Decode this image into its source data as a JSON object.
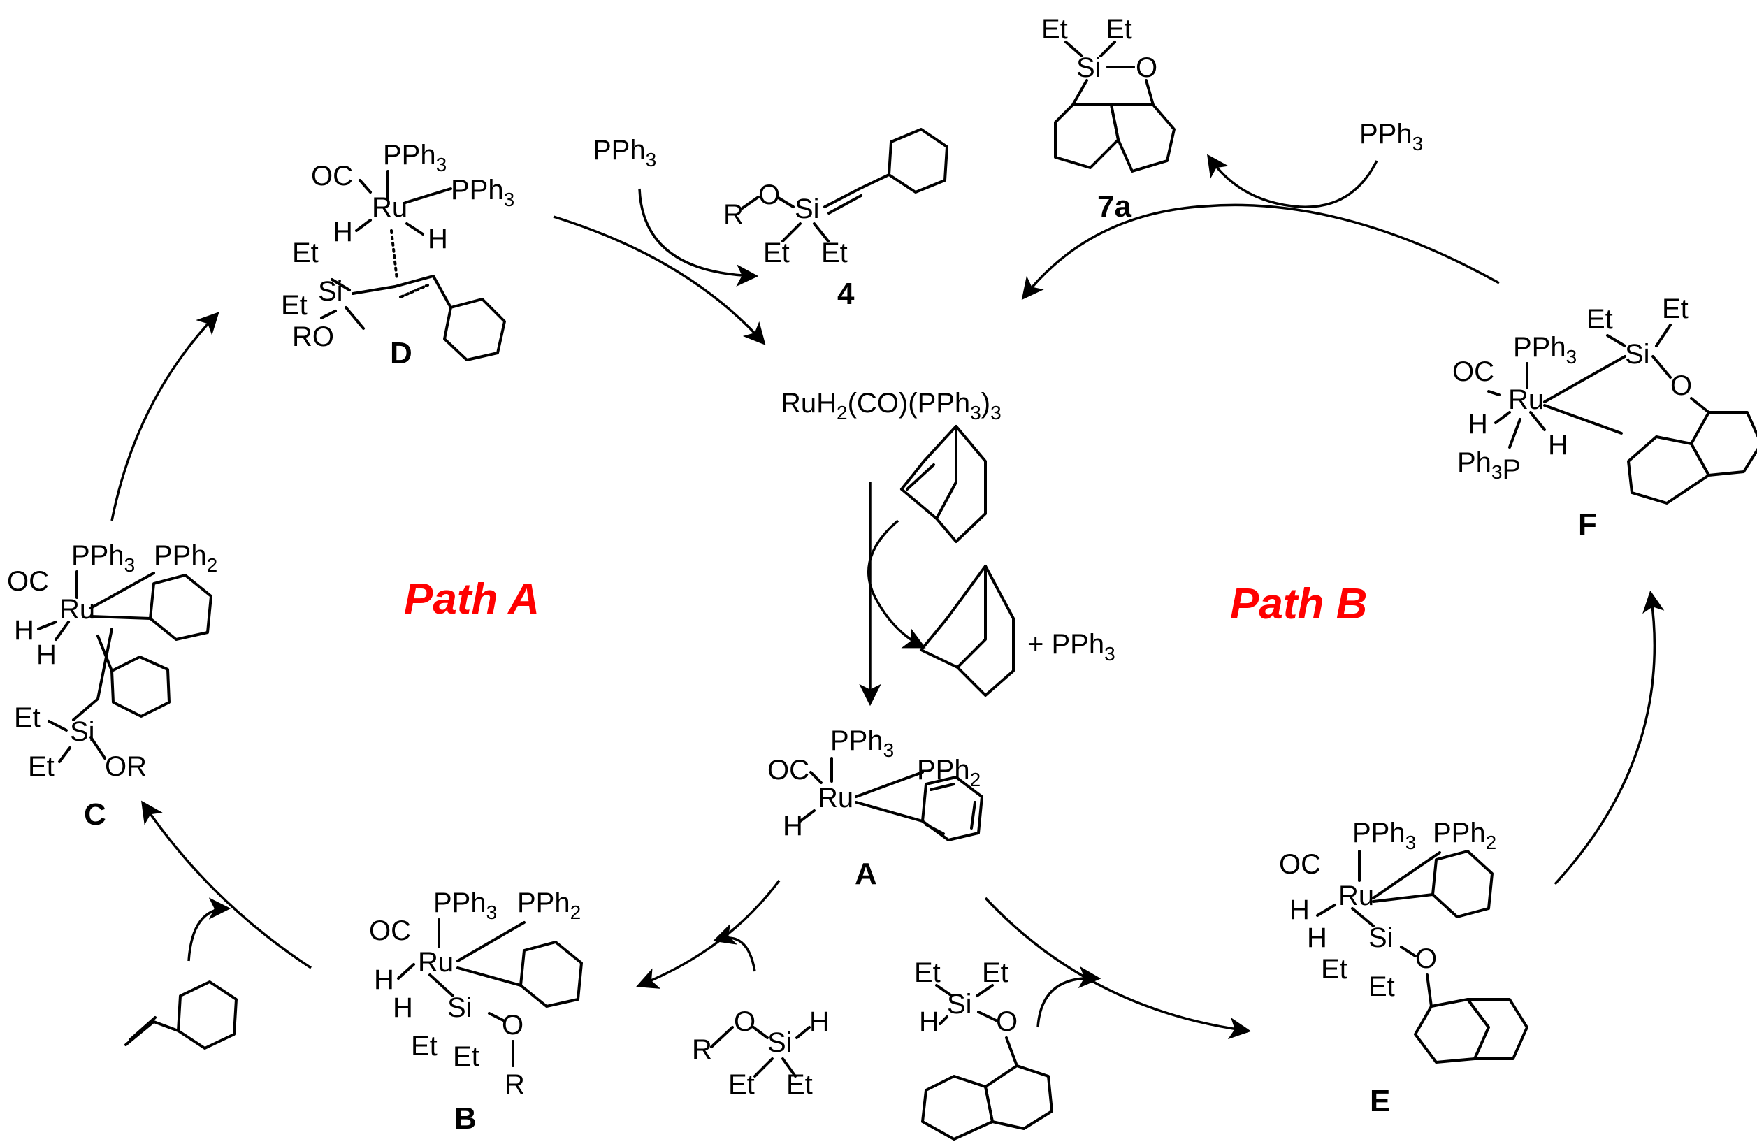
{
  "colors": {
    "path_label": "#ff0000",
    "ink": "#000000"
  },
  "paths": {
    "a": "Path A",
    "b": "Path B"
  },
  "catalyst": "RuH2(CO)(PPh3)3",
  "reagents": {
    "pph3_top_left": "PPh3",
    "pph3_top_right": "PPh3",
    "plus_pph3": "+ PPh3"
  },
  "compound_labels": {
    "A": "A",
    "B": "B",
    "C": "C",
    "D": "D",
    "E": "E",
    "F": "F",
    "product4": "4",
    "product7a": "7a"
  },
  "atoms": {
    "Ru": "Ru",
    "Si": "Si",
    "O": "O",
    "H": "H",
    "P": "P",
    "CO": "OC",
    "PPh3": "PPh3",
    "PPh2": "PPh2",
    "Ph3P": "Ph3P",
    "Et": "Et",
    "R": "R",
    "RO": "RO",
    "OR": "OR"
  }
}
